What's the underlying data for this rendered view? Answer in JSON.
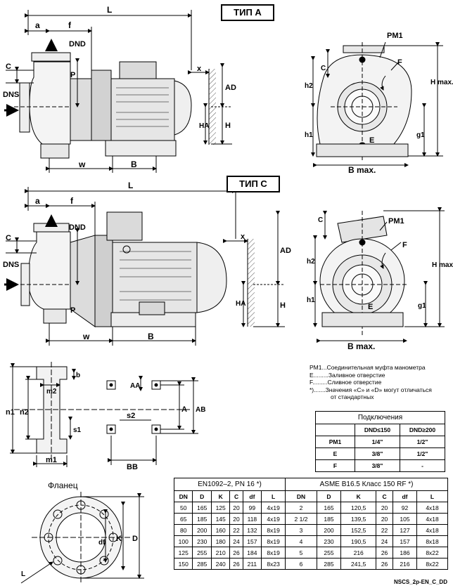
{
  "titles": {
    "type_a": "ТИП A",
    "type_c": "ТИП C"
  },
  "dims": {
    "L": "L",
    "a": "a",
    "f": "f",
    "dnd": "DND",
    "c": "C",
    "dns": "DNS",
    "p": "P",
    "x": "x",
    "ad": "AD",
    "ha": "HA",
    "h": "H",
    "w": "w",
    "b": "B",
    "pm1": "PM1",
    "f_port": "F",
    "e_port": "E",
    "h2": "h2",
    "h1": "h1",
    "g1": "g1",
    "bmax": "B max.",
    "hmax": "H max.",
    "n1": "n1",
    "n2": "n2",
    "m1": "m1",
    "m2": "m2",
    "s1": "s1",
    "s2": "s2",
    "bb": "BB",
    "aa": "AA",
    "ab": "AB",
    "a_cap": "A",
    "b_small": "b",
    "d_cap": "D",
    "k_cap": "K",
    "df": "df",
    "l_small": "L"
  },
  "legend": [
    "PM1...Соединительная муфта манометра",
    "E.........Заливное отверстие",
    "F.........Сливное отверстие",
    "*).......Значения «C» и «D» могут отличаться",
    "от стандартных"
  ],
  "connections": {
    "title": "Подключения",
    "col1": "DND≤150",
    "col2": "DND≥200",
    "rows": [
      {
        "name": "PM1",
        "v1": "1/4\"",
        "v2": "1/2\""
      },
      {
        "name": "E",
        "v1": "3/8\"",
        "v2": "1/2\""
      },
      {
        "name": "F",
        "v1": "3/8\"",
        "v2": "-"
      }
    ]
  },
  "flange_label": "Фланец",
  "flange_table": {
    "group_en": "EN1092–2, PN 16 *)",
    "group_asme": "ASME B16.5 Класс 150 RF *)",
    "headers": [
      "DN",
      "D",
      "K",
      "C",
      "df",
      "L",
      "DN",
      "D",
      "K",
      "C",
      "df",
      "L"
    ],
    "rows": [
      [
        "50",
        "165",
        "125",
        "20",
        "99",
        "4x19",
        "2",
        "165",
        "120,5",
        "20",
        "92",
        "4x18"
      ],
      [
        "65",
        "185",
        "145",
        "20",
        "118",
        "4x19",
        "2 1/2",
        "185",
        "139,5",
        "20",
        "105",
        "4x18"
      ],
      [
        "80",
        "200",
        "160",
        "22",
        "132",
        "8x19",
        "3",
        "200",
        "152,5",
        "22",
        "127",
        "4x18"
      ],
      [
        "100",
        "230",
        "180",
        "24",
        "157",
        "8x19",
        "4",
        "230",
        "190,5",
        "24",
        "157",
        "8x18"
      ],
      [
        "125",
        "255",
        "210",
        "26",
        "184",
        "8x19",
        "5",
        "255",
        "216",
        "26",
        "186",
        "8x22"
      ],
      [
        "150",
        "285",
        "240",
        "26",
        "211",
        "8x23",
        "6",
        "285",
        "241,5",
        "26",
        "216",
        "8x22"
      ]
    ]
  },
  "doc_code": "NSCS_2p-EN_C_DD"
}
